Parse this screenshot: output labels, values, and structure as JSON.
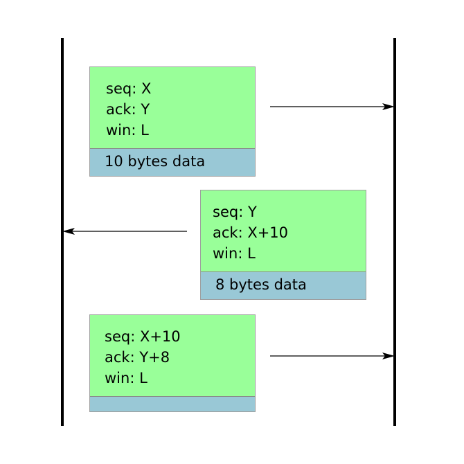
{
  "segments": [
    {
      "seq": "seq: X",
      "ack": "ack: Y",
      "win": "win: L",
      "data": "10 bytes data",
      "direction": "left-to-right"
    },
    {
      "seq": "seq: Y",
      "ack": "ack: X+10",
      "win": "win: L",
      "data": "8 bytes data",
      "direction": "right-to-left"
    },
    {
      "seq": "seq: X+10",
      "ack": "ack: Y+8",
      "win": "win: L",
      "data": "",
      "direction": "left-to-right"
    }
  ],
  "colors": {
    "header": "#99ff99",
    "payload": "#99c8d6",
    "line": "#000000"
  }
}
